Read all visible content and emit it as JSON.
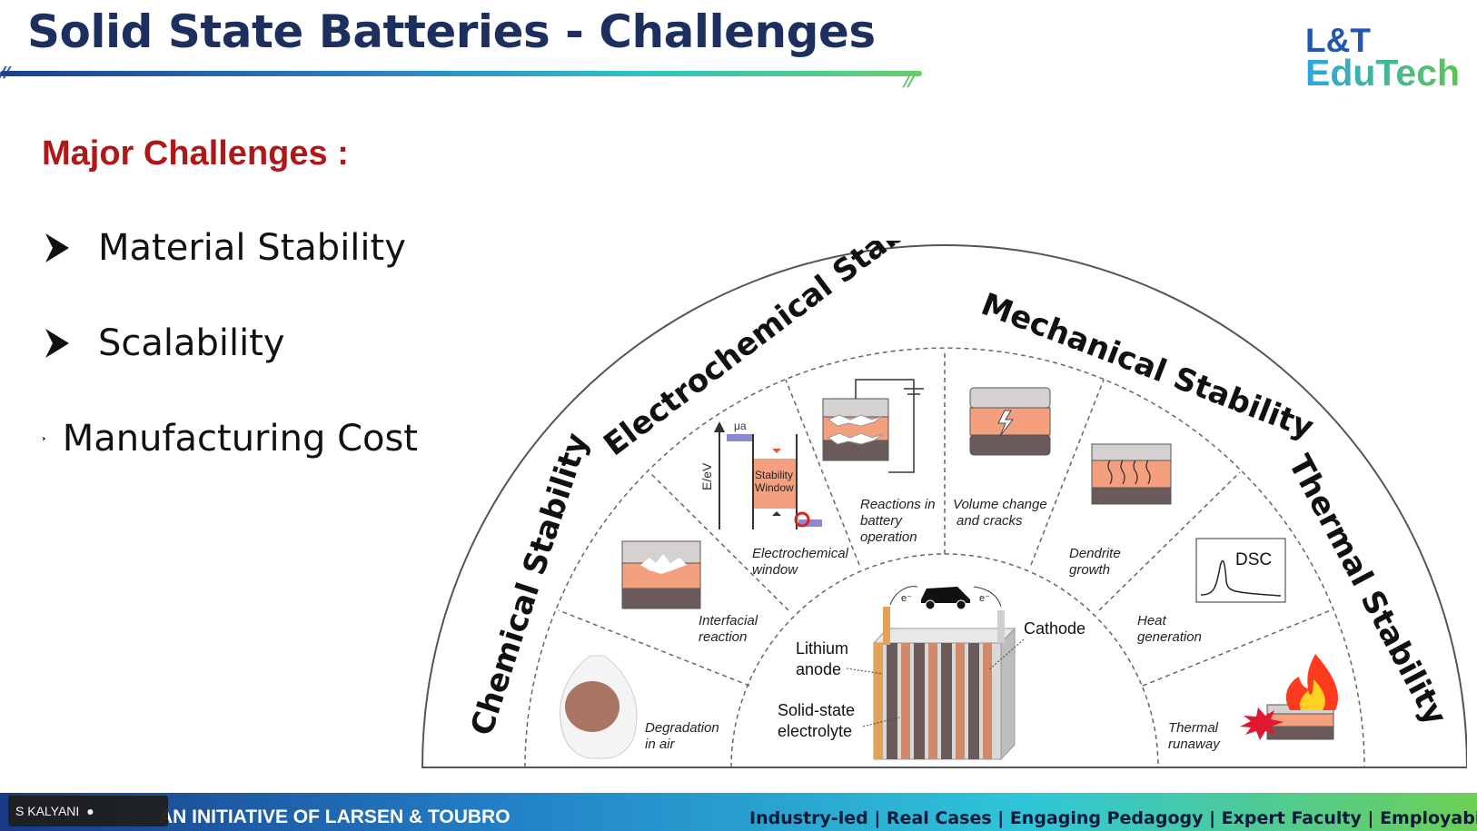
{
  "slide": {
    "title": "Solid State Batteries - Challenges",
    "logo_line1": "L&T",
    "logo_line2": "EduTech",
    "subheading": "Major Challenges :",
    "bullets": [
      "Material Stability",
      "Scalability",
      "Manufacturing Cost"
    ]
  },
  "diagram": {
    "outer_labels": {
      "chemical": "Chemical Stability",
      "electrochemical": "Electrochemical Stability",
      "mechanical": "Mechanical Stability",
      "thermal": "Thermal Stability"
    },
    "captions": {
      "degradation": [
        "Degradation",
        "in air"
      ],
      "interfacial": [
        "Interfacial",
        "reaction"
      ],
      "ec_window": [
        "Electrochemical",
        "window"
      ],
      "reactions": [
        "Reactions in",
        "battery",
        "operation"
      ],
      "volume": [
        "Volume change",
        "and cracks"
      ],
      "dendrite": [
        "Dendrite",
        "growth"
      ],
      "heat": [
        "Heat",
        "generation"
      ],
      "runaway": [
        "Thermal",
        "runaway"
      ]
    },
    "inner_labels": {
      "anode": [
        "Lithium",
        "anode"
      ],
      "electrolyte": [
        "Solid-state",
        "electrolyte"
      ],
      "cathode": "Cathode"
    },
    "axis_label": "E/eV",
    "mu_label": "μa",
    "stability_window": [
      "Stability",
      "Window"
    ],
    "dsc_label": "DSC",
    "electron_label": "e⁻"
  },
  "footer": {
    "left": "AN INITIATIVE OF LARSEN & TOUBRO",
    "right": "Industry-led | Real Cases | Engaging Pedagogy | Expert Faculty | Employability"
  },
  "participant": {
    "name": "S KALYANI"
  },
  "colors": {
    "title": "#1c2f5e",
    "subheading": "#b01818",
    "salmon": "#f4a07e",
    "dark_layer": "#6b5a5a"
  }
}
